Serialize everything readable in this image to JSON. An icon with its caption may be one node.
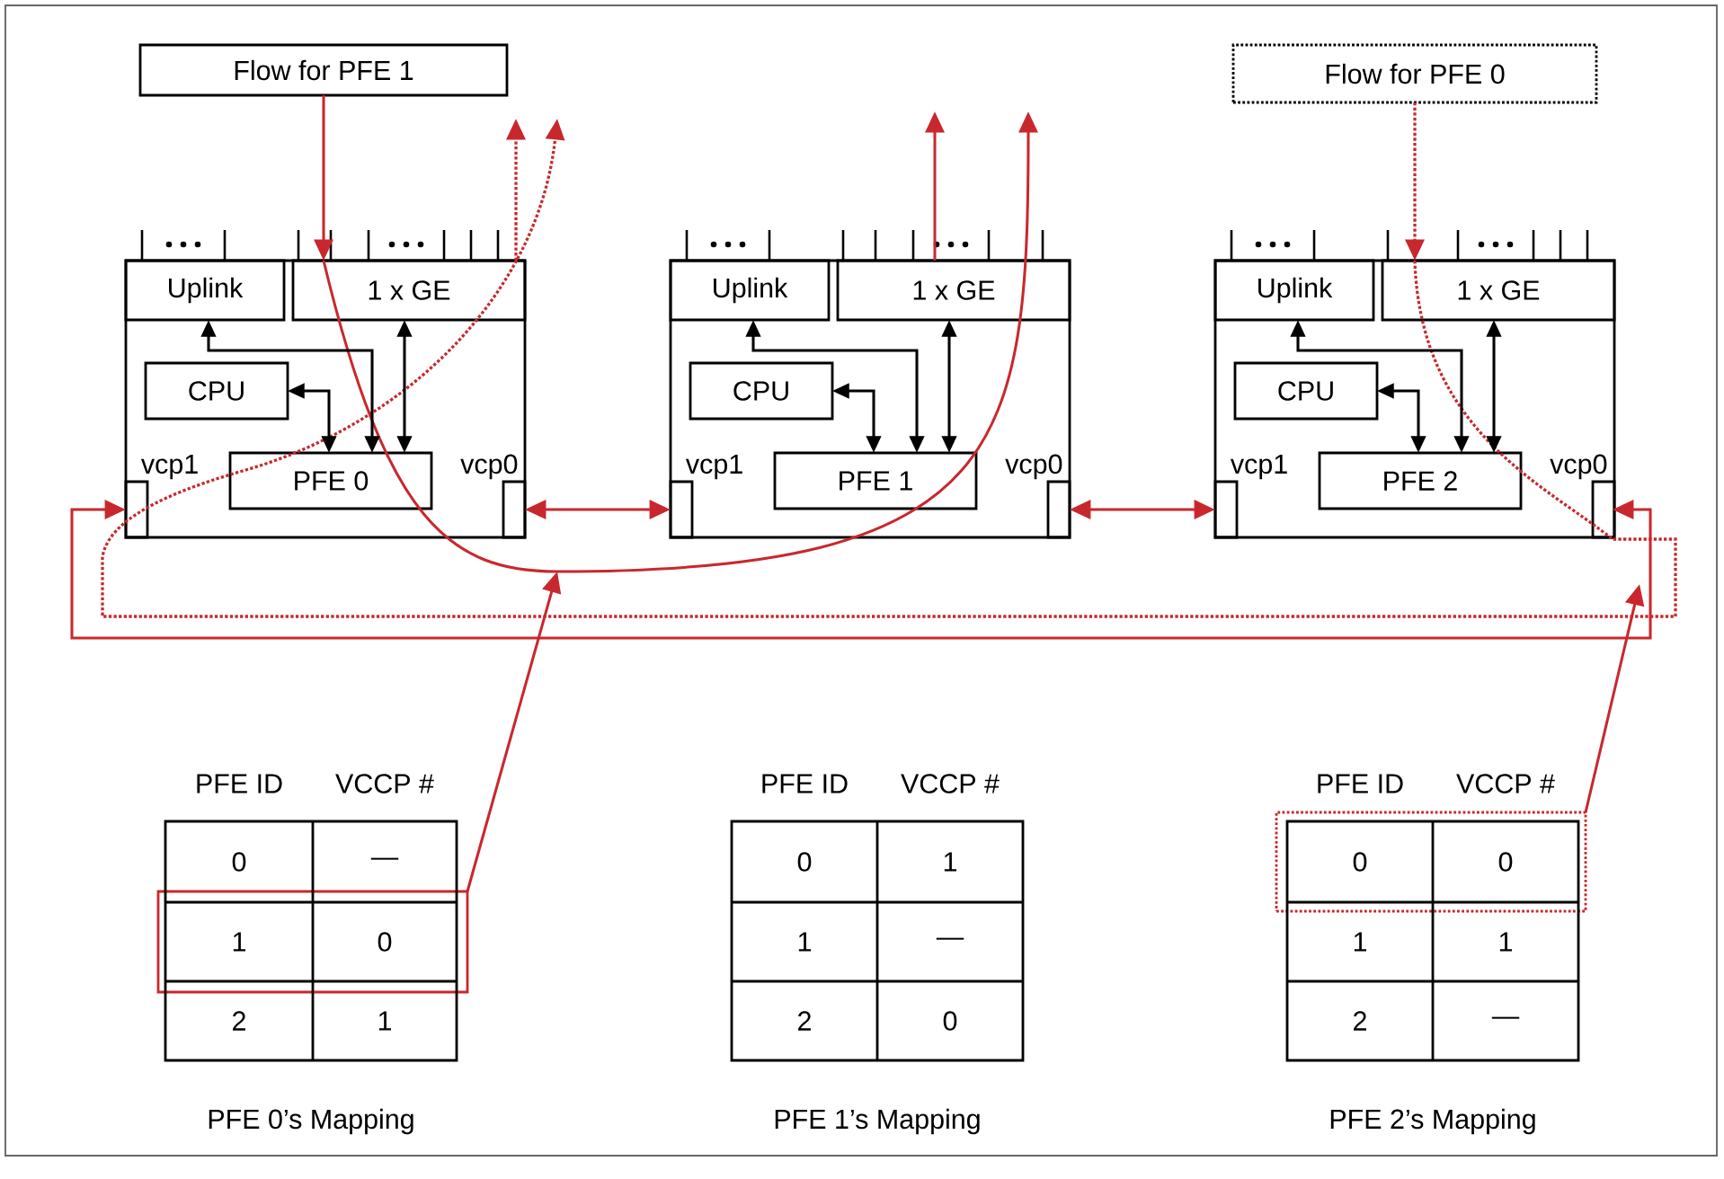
{
  "diagram": {
    "nodes": [
      {
        "text": [
          "Flow for PFE 1"
        ]
      },
      {
        "text": [
          "Flow for PFE 0"
        ]
      },
      {
        "text": [],
        "shape": "box"
      },
      {
        "text": [
          "Uplink"
        ],
        "in": 2
      },
      {
        "text": [
          "1 x GE"
        ],
        "in": 2
      },
      {
        "text": [
          "CPU"
        ],
        "in": 2
      },
      {
        "text": [
          "PFE 0"
        ],
        "in": 2
      },
      {
        "text": [
          "vcp1"
        ],
        "in": 2
      },
      {
        "text": [
          "vcp0"
        ],
        "in": 2
      },
      {
        "text": [],
        "shape": "box"
      },
      {
        "text": [
          "Uplink"
        ],
        "in": 9
      },
      {
        "text": [
          "1 x GE"
        ],
        "in": 9
      },
      {
        "text": [
          "CPU"
        ],
        "in": 9
      },
      {
        "text": [
          "PFE 1"
        ],
        "in": 9
      },
      {
        "text": [
          "vcp1"
        ],
        "in": 9
      },
      {
        "text": [
          "vcp0"
        ],
        "in": 9
      },
      {
        "text": [],
        "shape": "box"
      },
      {
        "text": [
          "Uplink"
        ],
        "in": 16
      },
      {
        "text": [
          "1 x GE"
        ],
        "in": 16
      },
      {
        "text": [
          "CPU"
        ],
        "in": 16
      },
      {
        "text": [
          "PFE 2"
        ],
        "in": 16
      },
      {
        "text": [
          "vcp1"
        ],
        "in": 16
      },
      {
        "text": [
          "vcp0"
        ],
        "in": 16
      },
      {
        "text": [],
        "shape": "box"
      },
      {
        "text": [],
        "shape": "box"
      }
    ],
    "edges": [
      {
        "from": 0,
        "to": 2,
        "arrow": "to"
      },
      {
        "from": 2,
        "to": null,
        "arrow": "to"
      },
      {
        "from": 9,
        "to": null,
        "arrow": "to"
      },
      {
        "from": 1,
        "to": 16,
        "arrow": "to",
        "style": "dashed"
      },
      {
        "from": 16,
        "to": null,
        "arrow": "to",
        "style": "dashed"
      },
      {
        "from": 2,
        "to": null,
        "arrow": "to",
        "style": "dashed"
      },
      {
        "from": 8,
        "to": 14,
        "arrow": "both"
      },
      {
        "from": 15,
        "to": 21,
        "arrow": "both"
      },
      {
        "from": 22,
        "to": 7,
        "arrow": "both"
      },
      {
        "from": 23,
        "to": null,
        "arrow": "to"
      },
      {
        "from": 24,
        "to": null,
        "arrow": "to"
      },
      {
        "from": 5,
        "to": 6,
        "arrow": "both",
        "color": "#000000"
      },
      {
        "from": 3,
        "to": 6,
        "arrow": "both",
        "color": "#000000"
      },
      {
        "from": 4,
        "to": 6,
        "arrow": "both",
        "color": "#000000"
      },
      {
        "from": 12,
        "to": 13,
        "arrow": "both",
        "color": "#000000"
      },
      {
        "from": 10,
        "to": 13,
        "arrow": "both",
        "color": "#000000"
      },
      {
        "from": 11,
        "to": 13,
        "arrow": "both",
        "color": "#000000"
      },
      {
        "from": 19,
        "to": 20,
        "arrow": "both",
        "color": "#000000"
      },
      {
        "from": 17,
        "to": 20,
        "arrow": "both",
        "color": "#000000"
      },
      {
        "from": 18,
        "to": 20,
        "arrow": "both",
        "color": "#000000"
      }
    ],
    "labels": [
      "PFE ID",
      "VCCP #",
      "0",
      "—",
      "1",
      "0",
      "2",
      "1",
      "PFE 0’s Mapping",
      "PFE ID",
      "VCCP #",
      "0",
      "1",
      "1",
      "—",
      "2",
      "0",
      "PFE 1’s Mapping",
      "PFE ID",
      "VCCP #",
      "0",
      "0",
      "1",
      "1",
      "2",
      "—",
      "PFE 2’s Mapping"
    ]
  }
}
